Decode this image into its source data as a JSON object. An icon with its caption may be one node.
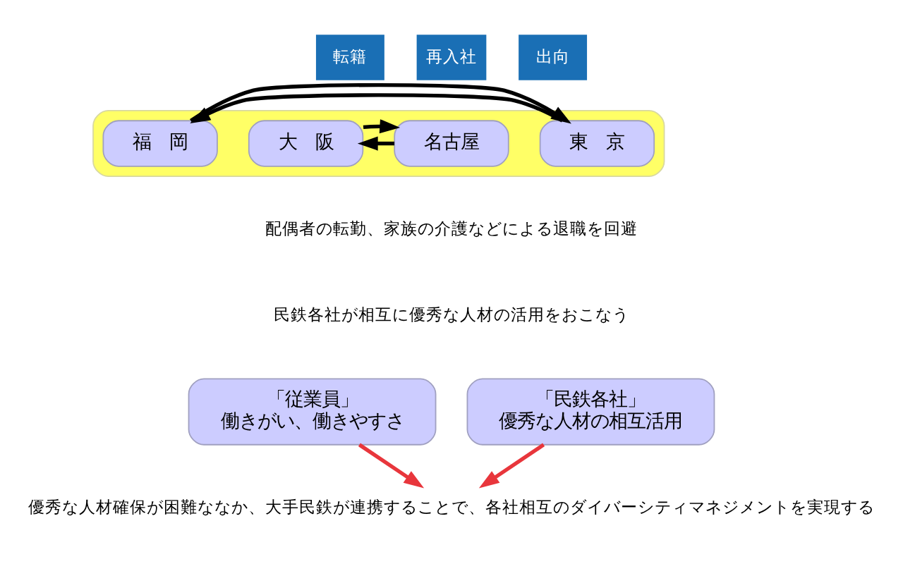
{
  "diagram": {
    "nodes": [
      {
        "text": [],
        "shape": "box"
      },
      {
        "text": [
          "福　岡"
        ],
        "in": 0
      },
      {
        "text": [
          "大　阪"
        ],
        "in": 0
      },
      {
        "text": [
          "名古屋"
        ],
        "in": 0
      },
      {
        "text": [
          "東　京"
        ],
        "in": 0
      },
      {
        "text": [
          "「従業員」",
          "働きがい、働きやすさ"
        ]
      },
      {
        "text": [
          "「民鉄各社」",
          "優秀な人材の相互活用"
        ]
      },
      {
        "text": [
          "優秀な人材確保が困難ななか、大手民鉄が連携することで、各社相互のダイバーシティマネジメントを実現する"
        ]
      }
    ],
    "edges": [
      {
        "from": 4,
        "to": 1,
        "arrow": "to"
      },
      {
        "from": 1,
        "to": 4,
        "arrow": "to"
      },
      {
        "from": 3,
        "to": 2,
        "arrow": "to"
      },
      {
        "from": 2,
        "to": 3,
        "arrow": "to"
      },
      {
        "from": 5,
        "to": 7,
        "arrow": "to",
        "color": "#e8363c"
      },
      {
        "from": 6,
        "to": 7,
        "arrow": "to",
        "color": "#e8363c"
      }
    ],
    "labels": [
      "転籍",
      "再入社",
      "出向",
      "配偶者の転勤、家族の介護などによる退職を回避",
      "民鉄各社が相互に優秀な人材の活用をおこなう"
    ]
  }
}
